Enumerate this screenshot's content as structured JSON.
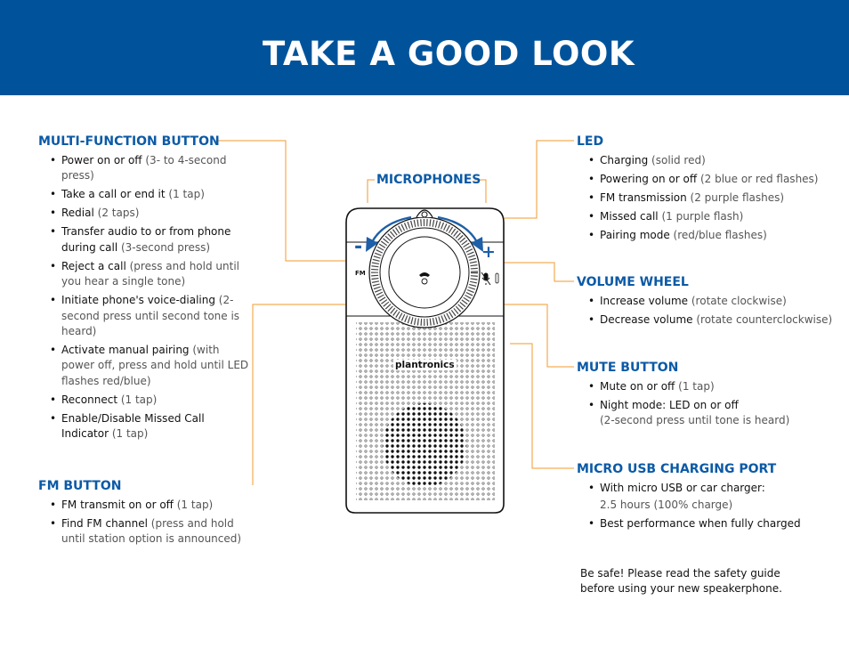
{
  "title": "TAKE A GOOD LOOK",
  "multi": {
    "heading": "MULTI-FUNCTION BUTTON",
    "items": [
      {
        "k": "Power on or off",
        "d": " (3- to 4-second press)"
      },
      {
        "k": "Take a call or end it",
        "d": " (1 tap)"
      },
      {
        "k": "Redial",
        "d": " (2 taps)"
      },
      {
        "k": "Transfer audio to or from phone during call",
        "d": " (3-second press)"
      },
      {
        "k": "Reject a call",
        "d": " (press and hold until you hear a single tone)"
      },
      {
        "k": "Initiate phone's voice-dialing",
        "d": " (2-second press until second tone is heard)"
      },
      {
        "k": "Activate manual pairing",
        "d": " (with power off, press and hold until LED flashes red/blue)"
      },
      {
        "k": "Reconnect",
        "d": " (1 tap)"
      },
      {
        "k": "Enable/Disable Missed Call Indicator",
        "d": " (1 tap)"
      }
    ]
  },
  "fm": {
    "heading": "FM BUTTON",
    "items": [
      {
        "k": "FM transmit on or off",
        "d": " (1 tap)"
      },
      {
        "k": "Find FM channel",
        "d": " (press and hold until station option is announced)"
      }
    ]
  },
  "microphones": {
    "heading": "MICROPHONES"
  },
  "led": {
    "heading": "LED",
    "items": [
      {
        "k": "Charging",
        "d": " (solid red)"
      },
      {
        "k": "Powering on or off",
        "d": " (2 blue or red flashes)"
      },
      {
        "k": "FM transmission",
        "d": " (2 purple flashes)"
      },
      {
        "k": "Missed call",
        "d": " (1 purple flash)"
      },
      {
        "k": "Pairing mode",
        "d": " (red/blue flashes)"
      }
    ]
  },
  "volume": {
    "heading": "VOLUME WHEEL",
    "items": [
      {
        "k": "Increase volume",
        "d": " (rotate clockwise)"
      },
      {
        "k": "Decrease volume",
        "d": " (rotate counterclockwise)"
      }
    ]
  },
  "mute": {
    "heading": "MUTE BUTTON",
    "items": [
      {
        "k": "Mute on or off",
        "d": " (1 tap)"
      },
      {
        "k": "Night mode: LED on or off",
        "d": "(2-second press until tone is heard)"
      }
    ]
  },
  "usb": {
    "heading": "MICRO USB CHARGING PORT",
    "item1": "With micro USB or car charger:",
    "item1_detail": "2.5 hours (100% charge)",
    "item2": "Best performance when fully charged"
  },
  "safety": {
    "line1": "Be safe! Please read the safety guide",
    "line2": "before using your new speakerphone."
  },
  "device": {
    "brand": "plantronics",
    "fm_label": "FM",
    "minus": "-",
    "plus": "+"
  },
  "colors": {
    "banner": "#00539b",
    "heading": "#0b5aa6",
    "leader": "#f39a2e",
    "arrow": "#1d5fa8"
  }
}
